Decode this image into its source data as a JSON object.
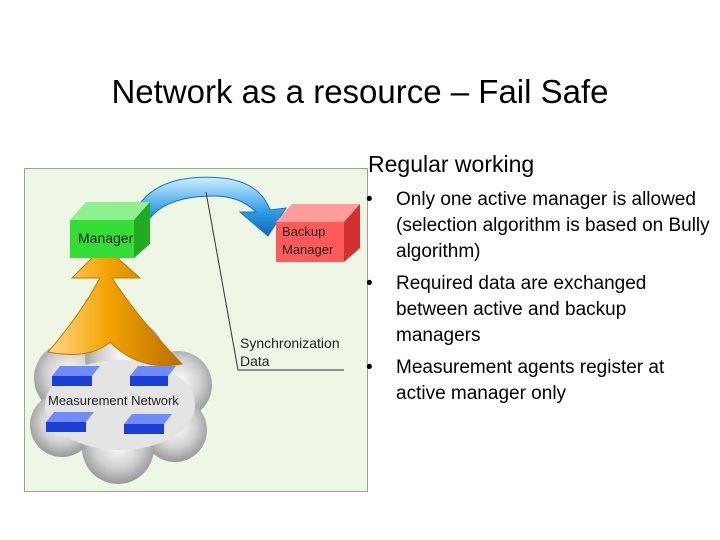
{
  "slide": {
    "title": "Network as a resource – Fail Safe",
    "heading": "Regular working",
    "bullets": [
      {
        "marker": "•",
        "text": "Only one active manager is allowed (selection algorithm is based on Bully algorithm)"
      },
      {
        "marker": "•",
        "text": "Required data are exchanged between active and backup managers"
      },
      {
        "marker": "•",
        "text": "Measurement agents register at active manager only"
      }
    ]
  },
  "diagram": {
    "manager_label": "Manager",
    "backup_label_line1": "Backup",
    "backup_label_line2": "Manager",
    "sync_label_line1": "Synchronization",
    "sync_label_line2": "Data",
    "network_label": "Measurement Network",
    "colors": {
      "background": "#eef7e6",
      "manager": "#33dd33",
      "backup": "#ff5a5a",
      "sync_arrow": "#2a9be8",
      "up_arrow": "#f3a300",
      "cloud": "#b5b5b5",
      "agents": "#1a3fd6"
    }
  }
}
